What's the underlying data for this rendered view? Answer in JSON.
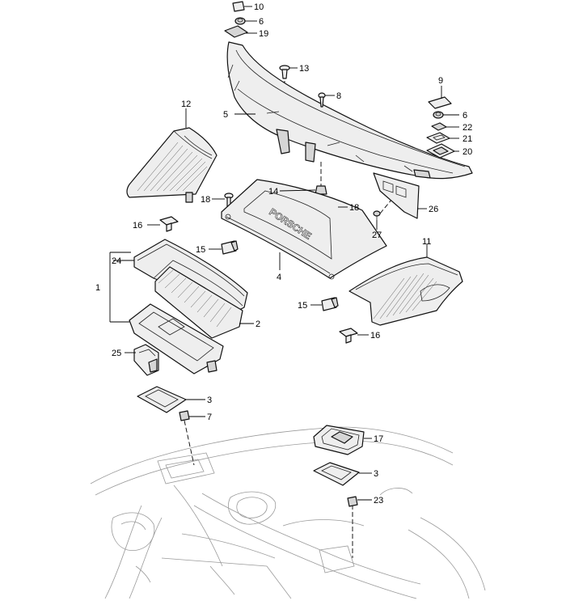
{
  "callouts": [
    "10",
    "6",
    "19",
    "13",
    "8",
    "5",
    "12",
    "9",
    "6",
    "22",
    "21",
    "20",
    "14",
    "18",
    "18",
    "26",
    "27",
    "16",
    "15",
    "4",
    "11",
    "24",
    "1",
    "2",
    "15",
    "16",
    "25",
    "3",
    "7",
    "17",
    "3",
    "23"
  ]
}
